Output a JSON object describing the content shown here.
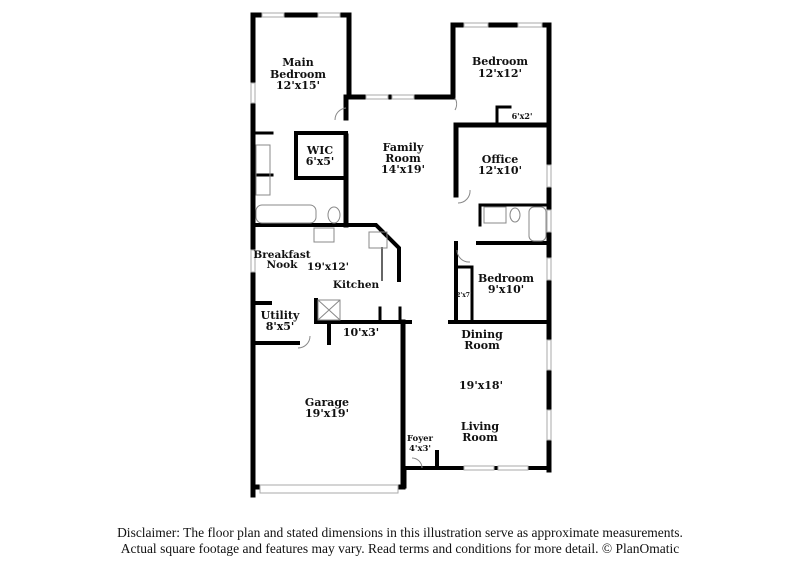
{
  "rooms": {
    "main_bedroom": {
      "name_1": "Main",
      "name_2": "Bedroom",
      "size": "12'x15'"
    },
    "bedroom_ne": {
      "name": "Bedroom",
      "size": "12'x12'",
      "closet": "6'x2'"
    },
    "wic": {
      "name": "WIC",
      "size": "6'x5'"
    },
    "family_room": {
      "name_1": "Family",
      "name_2": "Room",
      "size": "14'x19'"
    },
    "office": {
      "name": "Office",
      "size": "12'x10'"
    },
    "breakfast_nook": {
      "name_1": "Breakfast",
      "name_2": "Nook"
    },
    "kitchen": {
      "name": "Kitchen",
      "size": "19'x12'"
    },
    "bedroom_e": {
      "name": "Bedroom",
      "size": "9'x10'",
      "closet": "2'x7'"
    },
    "utility": {
      "name": "Utility",
      "size": "8'x5'"
    },
    "hall": {
      "size": "10'x3'"
    },
    "dining_room": {
      "name_1": "Dining",
      "name_2": "Room"
    },
    "dining_living": {
      "size": "19'x18'"
    },
    "living_room": {
      "name_1": "Living",
      "name_2": "Room"
    },
    "garage": {
      "name": "Garage",
      "size": "19'x19'"
    },
    "foyer": {
      "name": "Foyer",
      "size": "4'x3'"
    }
  },
  "disclaimer": {
    "line_1": "Disclaimer: The floor plan and stated dimensions in this illustration serve as approximate measurements.",
    "line_2": "Actual square footage and features may vary. Read terms and conditions for more detail. © PlanOmatic"
  },
  "colors": {
    "wall": "#000000",
    "window": "#d8d8d8",
    "fixture": "#888888"
  }
}
